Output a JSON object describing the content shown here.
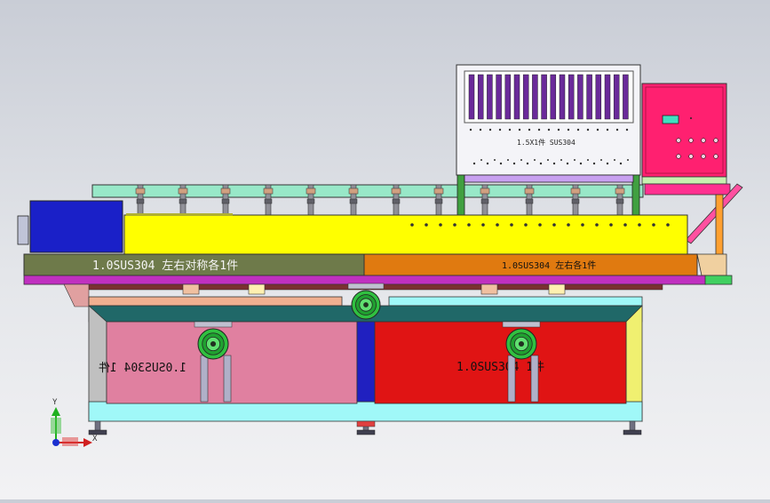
{
  "labels": {
    "cabinet_front": "1.5X1件 SUS304",
    "bar_left": "1.0SUS304 左右对称各1件",
    "bar_right": "1.0SUS304 左右各1件",
    "panel_left_mirrored": "1.0SUS304 1件",
    "panel_right": "1.0SUS304 1件"
  },
  "axis": {
    "y": "Y",
    "x": "X"
  },
  "colors": {
    "yellow": "#ffff00",
    "olive": "#6e7a4a",
    "orange": "#e07a10",
    "magenta": "#c030c0",
    "blue": "#1a20c8",
    "pink": "#e080a0",
    "red": "#e01414",
    "green": "#20c040",
    "teal": "#206868",
    "hotpink": "#ff2070",
    "lightcyan": "#a0f8f8",
    "mint": "#98f0c0"
  }
}
